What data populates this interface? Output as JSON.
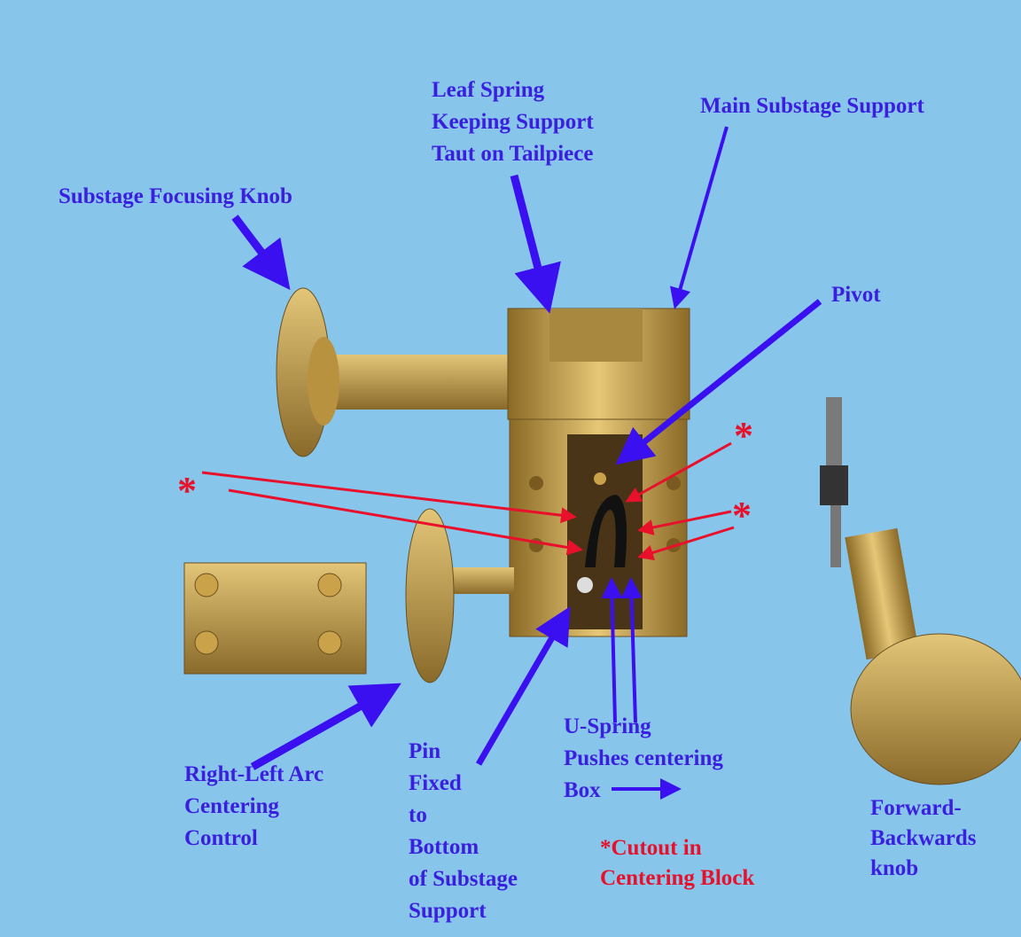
{
  "labels": {
    "leaf_spring": [
      "Leaf Spring",
      "Keeping Support",
      "Taut on Tailpiece"
    ],
    "main_support": "Main Substage Support",
    "focusing_knob": "Substage Focusing Knob",
    "pivot": "Pivot",
    "arc_control": [
      "Right-Left Arc",
      "Centering",
      "Control"
    ],
    "pin": [
      "Pin",
      "Fixed",
      "to",
      "Bottom",
      "of Substage",
      "Support"
    ],
    "u_spring": [
      "U-Spring",
      "Pushes centering",
      "Box"
    ],
    "cutout": [
      "*Cutout in",
      "Centering Block"
    ],
    "fb_knob": [
      "Forward-",
      "Backwards",
      "knob"
    ],
    "star": "*"
  },
  "colors": {
    "background": "#87c5eb",
    "label": "#3b1fe0",
    "arrow": "#3a10f0",
    "red": "#e8102a",
    "brass": "#c9a24a"
  }
}
